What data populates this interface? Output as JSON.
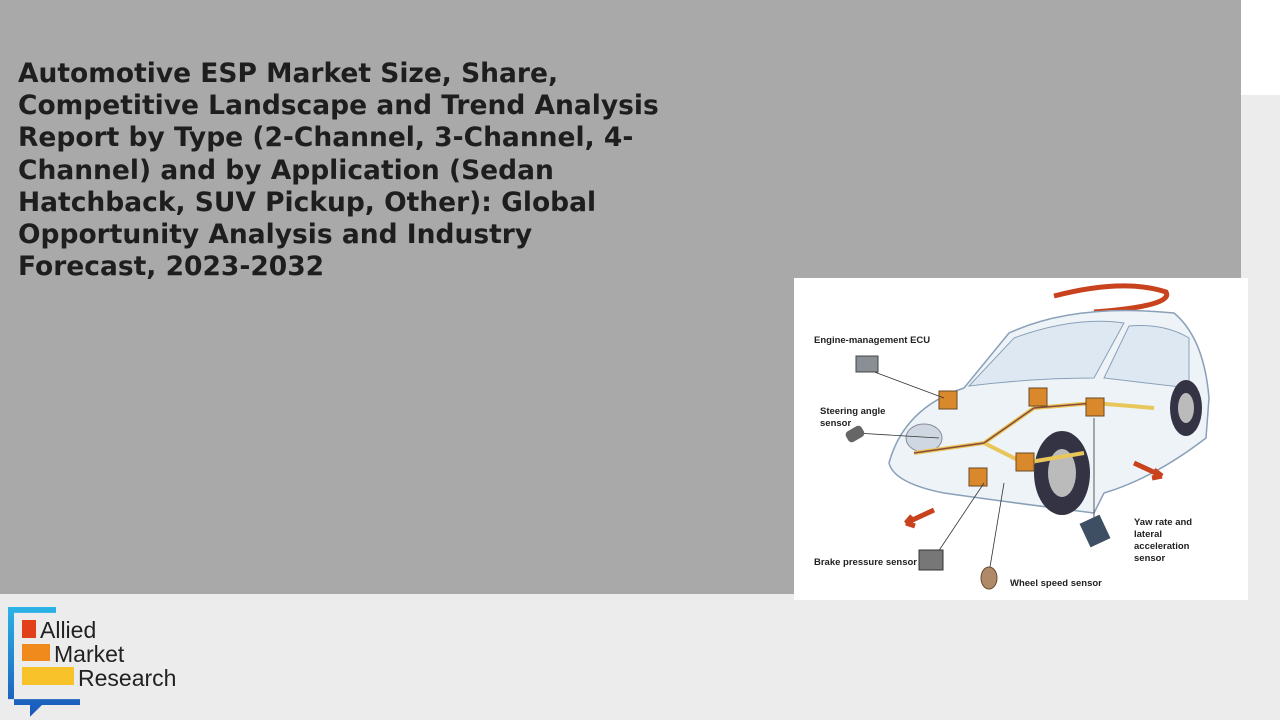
{
  "report": {
    "title": "Automotive ESP Market Size, Share, Competitive Landscape and Trend Analysis Report by Type (2-Channel, 3-Channel, 4-Channel) and by Application (Sedan Hatchback, SUV Pickup, Other): Global Opportunity Analysis and Industry Forecast, 2023-2032"
  },
  "figure": {
    "labels": {
      "engine_ecu": "Engine-management ECU",
      "steering_line1": "Steering angle",
      "steering_line2": "sensor",
      "brake_pressure": "Brake pressure sensor",
      "wheel_speed": "Wheel speed sensor",
      "yaw_line1": "Yaw rate and",
      "yaw_line2": "lateral",
      "yaw_line3": "acceleration",
      "yaw_line4": "sensor"
    },
    "accent_color": "#d9892b",
    "arrow_color": "#c8421e"
  },
  "logo": {
    "line1": "Allied",
    "line2": "Market",
    "line3": "Research",
    "colors": {
      "red": "#e2401a",
      "orange": "#f08a1c",
      "yellow": "#f7c22a",
      "blue": "#1f74c9"
    }
  }
}
